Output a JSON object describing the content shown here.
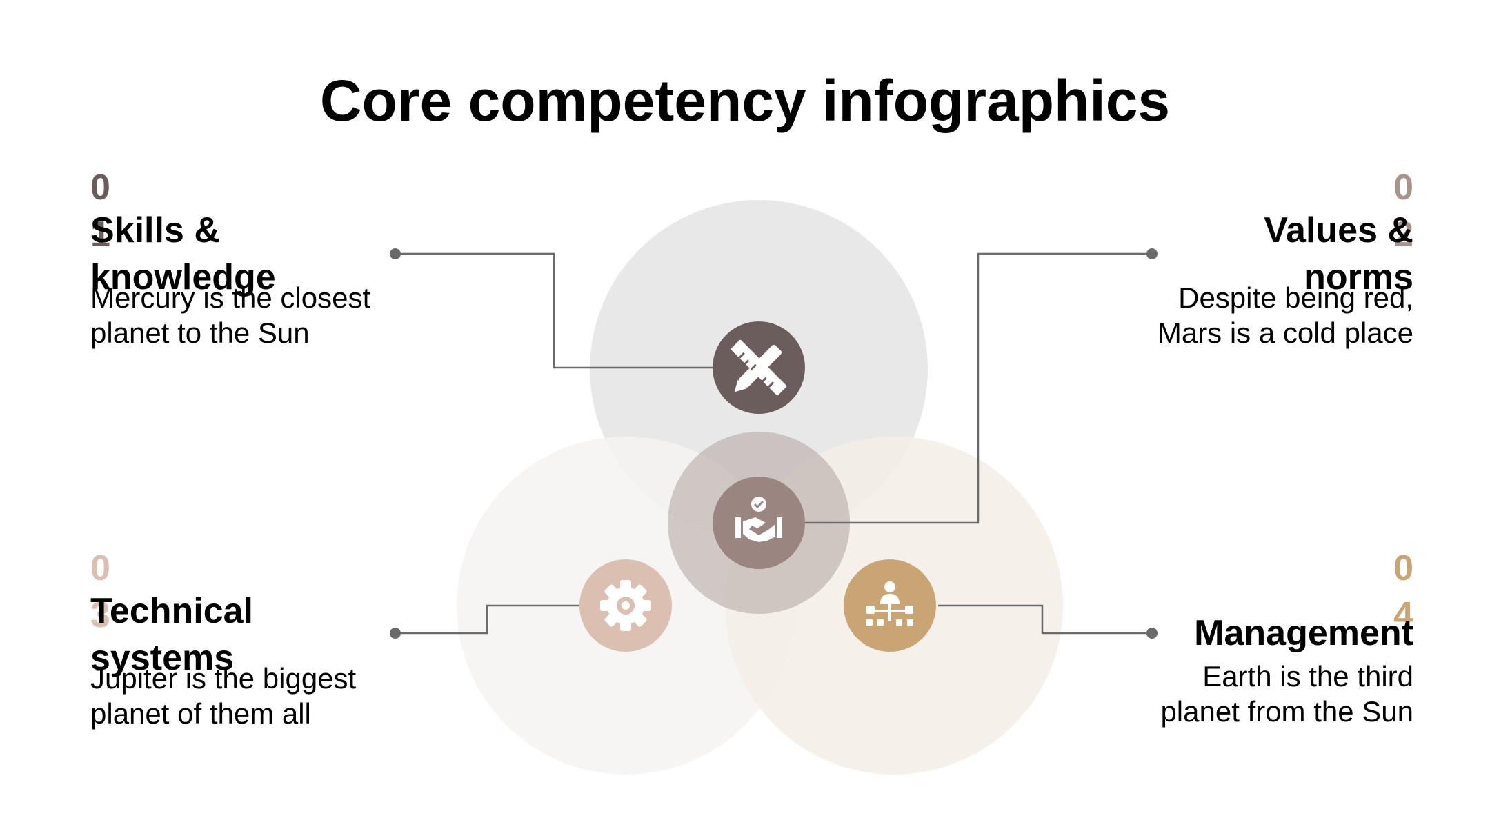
{
  "title": "Core competency infographics",
  "colors": {
    "top_circle": "#e9e8e9",
    "left_circle": "#f6f3f1",
    "right_circle": "#f4ede7",
    "center_ring": "#b5aaa7",
    "icon_skills": "#6b5d5c",
    "icon_values": "#9a8581",
    "icon_technical": "#dbbfb1",
    "icon_management": "#c9a474",
    "connector": "#6a6a6a"
  },
  "items": [
    {
      "number": "01",
      "heading": "Skills & knowledge",
      "description": "Mercury is the closest planet to the Sun",
      "icon": "ruler-pencil-icon",
      "number_color": "#6b5d5c"
    },
    {
      "number": "02",
      "heading": "Values & norms",
      "description": "Despite being red, Mars is a cold place",
      "icon": "handshake-icon",
      "number_color": "#a8948f"
    },
    {
      "number": "03",
      "heading": "Technical systems",
      "description": "Jupiter is the biggest planet of them all",
      "icon": "gear-icon",
      "number_color": "#dbbfb1"
    },
    {
      "number": "04",
      "heading": "Management",
      "description": "Earth is the third planet from the Sun",
      "icon": "org-chart-icon",
      "number_color": "#c9a474"
    }
  ]
}
